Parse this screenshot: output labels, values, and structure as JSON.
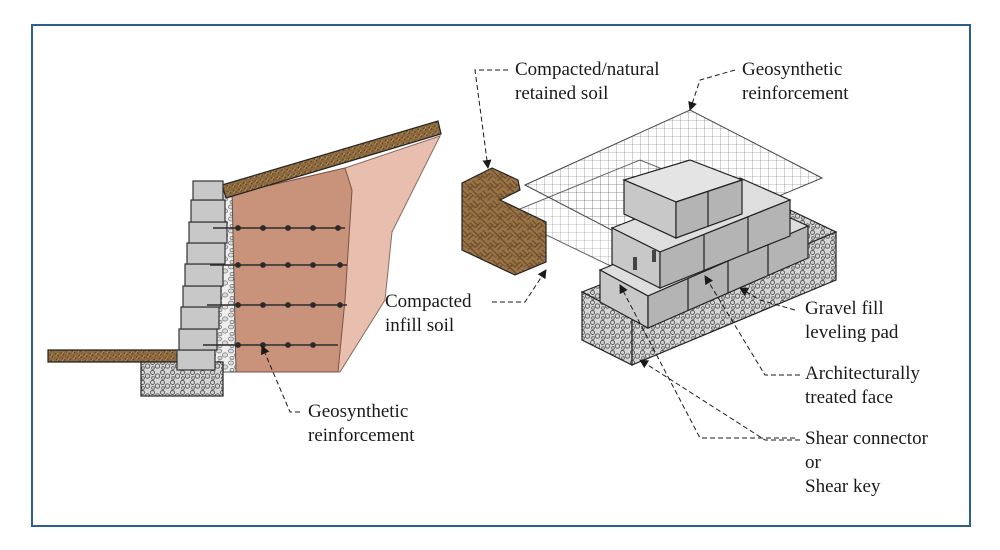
{
  "labels": {
    "retained_soil_line1": "Compacted/natural",
    "retained_soil_line2": "retained soil",
    "reinforcement_top_line1": "Geosynthetic",
    "reinforcement_top_line2": "reinforcement",
    "infill_line1": "Compacted",
    "infill_line2": "infill soil",
    "reinforcement_bottom_line1": "Geosynthetic",
    "reinforcement_bottom_line2": "reinforcement",
    "gravel_line1": "Gravel fill",
    "gravel_line2": "leveling pad",
    "face_line1": "Architecturally",
    "face_line2": "treated face",
    "shear_line1": "Shear connector",
    "shear_line2": "or",
    "shear_line3": "Shear key"
  },
  "colors": {
    "frame_border": "#2e5f8a",
    "infill_soil": "#c9927a",
    "retained_soil": "#e8bfae",
    "ground_crust": "#8c6a3e",
    "block_gray": "#c8c8c8",
    "gravel": "#cfcfcf"
  }
}
